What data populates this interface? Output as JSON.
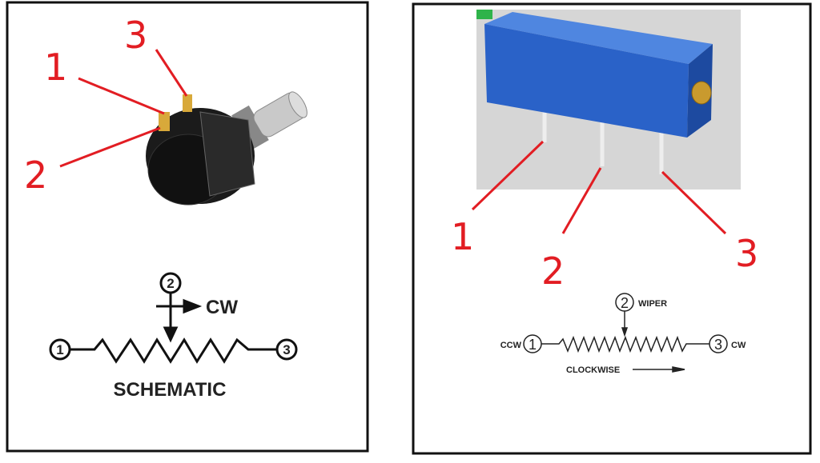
{
  "left_panel": {
    "labels": {
      "pin1": "1",
      "pin2": "2",
      "pin3": "3"
    },
    "schematic": {
      "pin1": "1",
      "pin2": "2",
      "pin3": "3",
      "direction": "CW",
      "caption": "SCHEMATIC"
    }
  },
  "right_panel": {
    "labels": {
      "pin1": "1",
      "pin2": "2",
      "pin3": "3"
    },
    "schematic": {
      "pin1": "1",
      "pin2": "2",
      "pin3": "3",
      "pin1_label": "CCW",
      "pin2_label": "WIPER",
      "pin3_label": "CW",
      "direction": "CLOCKWISE"
    }
  },
  "colors": {
    "callout": "#e21d23",
    "trimpot": "#2a62c8",
    "border": "#111111"
  }
}
